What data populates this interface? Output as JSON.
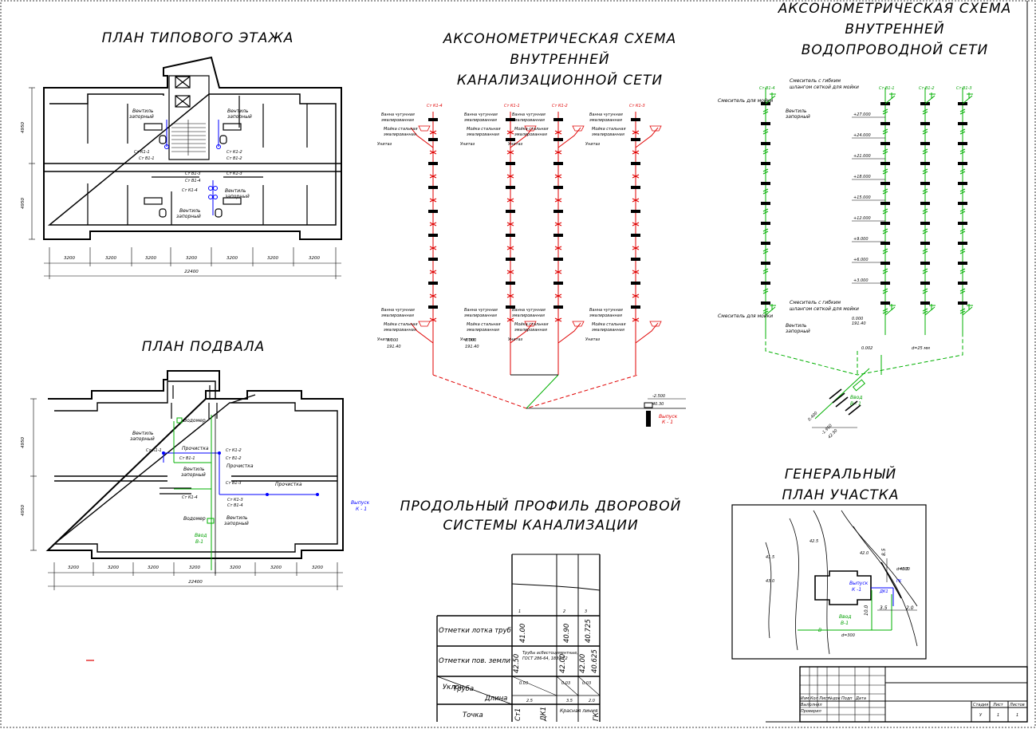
{
  "titles": {
    "typical_floor": "ПЛАН ТИПОВОГО ЭТАЖА",
    "sewer_axo": [
      "АКСОНОМЕТРИЧЕСКАЯ СХЕМА",
      "ВНУТРЕННЕЙ",
      "КАНАЛИЗАЦИОННОЙ СЕТИ"
    ],
    "water_axo": [
      "АКСОНОМЕТРИЧЕСКАЯ СХЕМА",
      "ВНУТРЕННЕЙ",
      "ВОДОПРОВОДНОЙ СЕТИ"
    ],
    "basement": "ПЛАН ПОДВАЛА",
    "profile": [
      "ПРОДОЛЬНЫЙ ПРОФИЛЬ ДВОРОВОЙ",
      "СИСТЕМЫ КАНАЛИЗАЦИИ"
    ],
    "site_plan": [
      "ГЕНЕРАЛЬНЫЙ",
      "ПЛАН УЧАСТКА"
    ]
  },
  "floor_plan": {
    "dim_vertical": [
      "4950",
      "4950"
    ],
    "dim_horizontal": [
      "3200",
      "3200",
      "3200",
      "3200",
      "3200",
      "3200",
      "3200"
    ],
    "dim_total": "22400",
    "labels": {
      "valve": [
        "Вентиль",
        "запорный"
      ],
      "risers": [
        "Ст К1-1",
        "Ст В1-1",
        "Ст К1-2",
        "Ст В1-2",
        "Ст В1-3",
        "Ст К1-4",
        "Ст К1-3",
        "Ст В1-4"
      ]
    }
  },
  "basement": {
    "dim_vertical": [
      "4950",
      "4950"
    ],
    "dim_horizontal": [
      "3200",
      "3200",
      "3200",
      "3200",
      "3200",
      "3200",
      "3200"
    ],
    "dim_total": "22400",
    "labels": {
      "water_meter": "Водомер",
      "valve": [
        "Вентиль",
        "запорный"
      ],
      "cleanout": "Прочистка",
      "risers": [
        "Ст К1-1",
        "Ст В1-1",
        "Ст К1-2",
        "Ст В1-2",
        "Ст В1-3",
        "Ст К1-4",
        "Ст К1-3",
        "Ст В1-4"
      ],
      "outlet": [
        "Выпуск",
        "К - 1"
      ],
      "inlet": [
        "Ввод",
        "В-1"
      ]
    }
  },
  "sewer": {
    "risers": [
      "Ст К1-4",
      "Ст К1-1",
      "Ст К1-2",
      "Ст К1-3"
    ],
    "fixtures": {
      "bath": [
        "Ванна чугунная",
        "эмалированная"
      ],
      "sink": [
        "Мойка стальная",
        "эмалированная"
      ],
      "toilet": "Унитаз"
    },
    "elevation_floor": [
      "0.000",
      "191.40"
    ],
    "elevation_outlet": [
      "-2.500",
      "40.30"
    ],
    "outlet": [
      "Выпуск",
      "К - 1"
    ]
  },
  "water": {
    "risers": [
      "Ст В1-4",
      "Ст В1-1",
      "Ст В1-2",
      "Ст В1-3"
    ],
    "mixer": [
      "Смеситель с гибким",
      "шлангом сеткой для мойки"
    ],
    "sink_mixer": "Смеситель для мойки",
    "valve": [
      "Вентиль",
      "запорный"
    ],
    "levels": [
      "+27.000",
      "+24.000",
      "+21.000",
      "+18.000",
      "+15.000",
      "+12.000",
      "+9.000",
      "+6.000",
      "+3.000"
    ],
    "level_zero": [
      "0.000",
      "191.40"
    ],
    "inlet": [
      "Ввод",
      "В - 1"
    ],
    "inlet_elev": [
      "0.400",
      "-1.950",
      "42.50"
    ],
    "base_elev": "0.002",
    "pipe_dim": "d=25 мм"
  },
  "profile": {
    "col_numbers": [
      "1",
      "2",
      "3"
    ],
    "rows": [
      {
        "label": "Отметки лотка труб",
        "values": [
          "41.00",
          "40.90",
          "40.725"
        ]
      },
      {
        "label": "Отметки пов. земли",
        "values": [
          "42.50",
          "42.00",
          "42.00",
          "40.625"
        ]
      },
      {
        "label": "Труба",
        "values": [
          "Трубы асбестоцементные,",
          "ГОСТ 286-64, 1839-72"
        ]
      },
      {
        "label": "Уклон",
        "values": [
          "0.03",
          "0.03",
          "0.03"
        ]
      },
      {
        "label": "Длина",
        "values": [
          "2.5",
          "3.5",
          "2.0"
        ]
      },
      {
        "label": "Точка",
        "values": [
          "Ст1",
          "ДК1",
          "Красная линия",
          "ГК"
        ]
      }
    ]
  },
  "site": {
    "contours": [
      "41.5",
      "42.5",
      "42.0",
      "43.0",
      "40.5"
    ],
    "labels": [
      "Выпуск",
      "К -1",
      "ДК1",
      "ГК",
      "Ввод",
      "В-1",
      "В",
      "d=300",
      "d=300"
    ],
    "dims": [
      "3.5",
      "2.0",
      "10.0",
      "8.5"
    ]
  },
  "title_block": {
    "headers": [
      "Изм",
      "Кол",
      "Лист",
      "№док",
      "Подп",
      "Дата"
    ],
    "rows": [
      "Выполнил",
      "Проверил"
    ],
    "right_headers": [
      "Стадия",
      "Лист",
      "Листов"
    ],
    "right_values": [
      "У",
      "1",
      "1"
    ]
  },
  "colors": {
    "sewer": "#e00000",
    "water": "#00b000",
    "basement_sewer": "#0000ff",
    "lines": "#000000"
  }
}
